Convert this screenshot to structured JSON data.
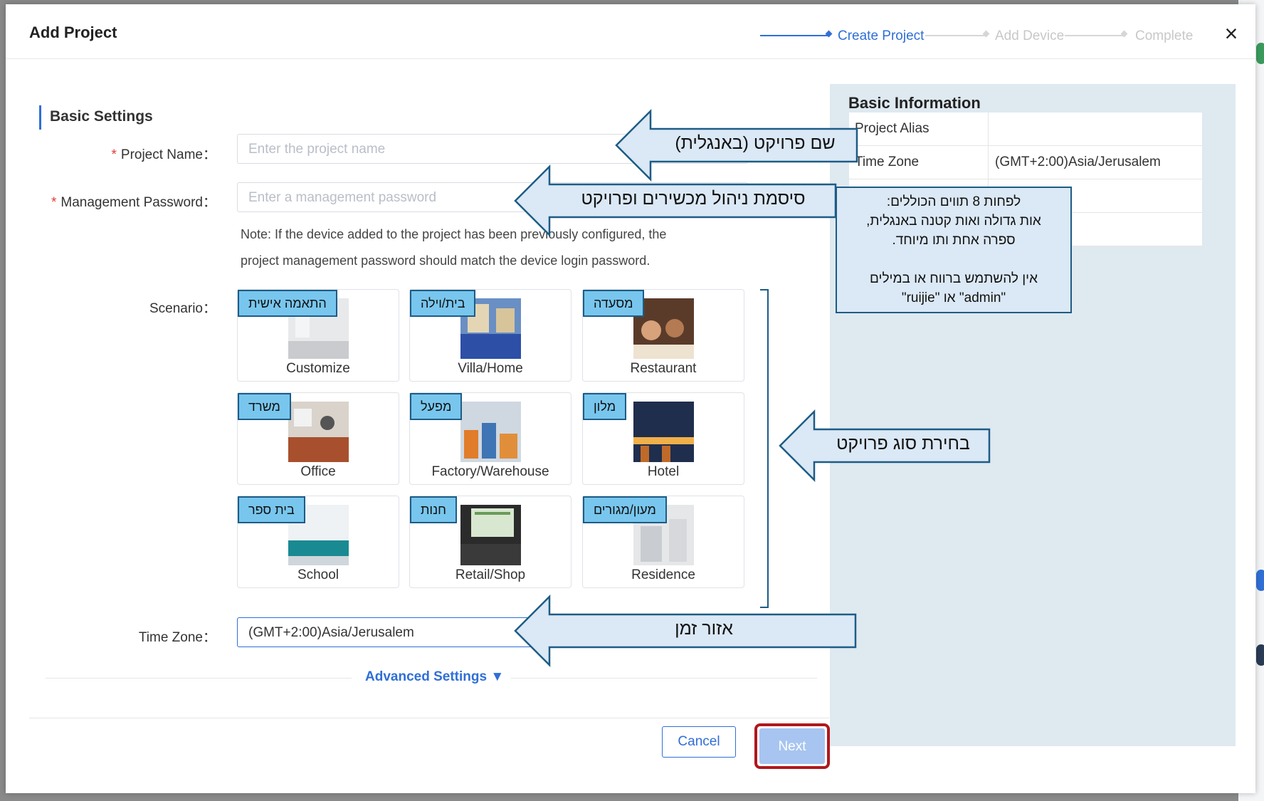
{
  "dialog": {
    "title": "Add Project",
    "steps": [
      {
        "label": "Create Project",
        "active": true
      },
      {
        "label": "Add Device",
        "active": false
      },
      {
        "label": "Complete",
        "active": false
      }
    ],
    "close_icon": "close-icon"
  },
  "basic_settings": {
    "title": "Basic Settings",
    "project_name": {
      "label": "Project Name：",
      "placeholder": "Enter the project name"
    },
    "management_password": {
      "label": "Management Password：",
      "placeholder": "Enter a management password"
    },
    "note_line1": "Note: If the device added to the project has been previously configured, the",
    "note_line2": "project management password should match the device login password.",
    "scenario_label": "Scenario：",
    "scenarios": [
      {
        "caption": "Customize",
        "hebrew": "התאמה אישית"
      },
      {
        "caption": "Villa/Home",
        "hebrew": "בית/וילה"
      },
      {
        "caption": "Restaurant",
        "hebrew": "מסעדה"
      },
      {
        "caption": "Office",
        "hebrew": "משרד"
      },
      {
        "caption": "Factory/Warehouse",
        "hebrew": "מפעל"
      },
      {
        "caption": "Hotel",
        "hebrew": "מלון"
      },
      {
        "caption": "School",
        "hebrew": "בית ספר"
      },
      {
        "caption": "Retail/Shop",
        "hebrew": "חנות"
      },
      {
        "caption": "Residence",
        "hebrew": "מעון/מגורים"
      }
    ],
    "time_zone": {
      "label": "Time Zone：",
      "value": "(GMT+2:00)Asia/Jerusalem"
    },
    "advanced_settings": "Advanced Settings ▼"
  },
  "footer": {
    "cancel_label": "Cancel",
    "next_label": "Next"
  },
  "basic_information": {
    "title": "Basic Information",
    "rows": [
      {
        "key": "Project Alias",
        "value": ""
      },
      {
        "key": "Time Zone",
        "value": "(GMT+2:00)Asia/Jerusalem"
      },
      {
        "key": "",
        "value": ""
      },
      {
        "key": "",
        "value": ""
      }
    ]
  },
  "annotations": {
    "project_name": "שם פרויקט (באנגלית)",
    "password": "סיסמת ניהול מכשירים ופרויקט",
    "password_rules": [
      "לפחות 8 תווים הכוללים:",
      "אות גדולה ואות קטנה באנגלית,",
      "ספרה אחת ותו מיוחד.",
      "",
      "אין להשתמש ברווח או במילים",
      "\"admin\" או \"ruijie\""
    ],
    "scenario": "בחירת סוג פרויקט",
    "time_zone": "אזור זמן"
  },
  "colors": {
    "accent": "#2f6fd6",
    "annotation_fill": "#dbe8f5",
    "annotation_stroke": "#1d5c86",
    "tag_fill": "#78c6ee",
    "highlight": "#b0181c"
  }
}
